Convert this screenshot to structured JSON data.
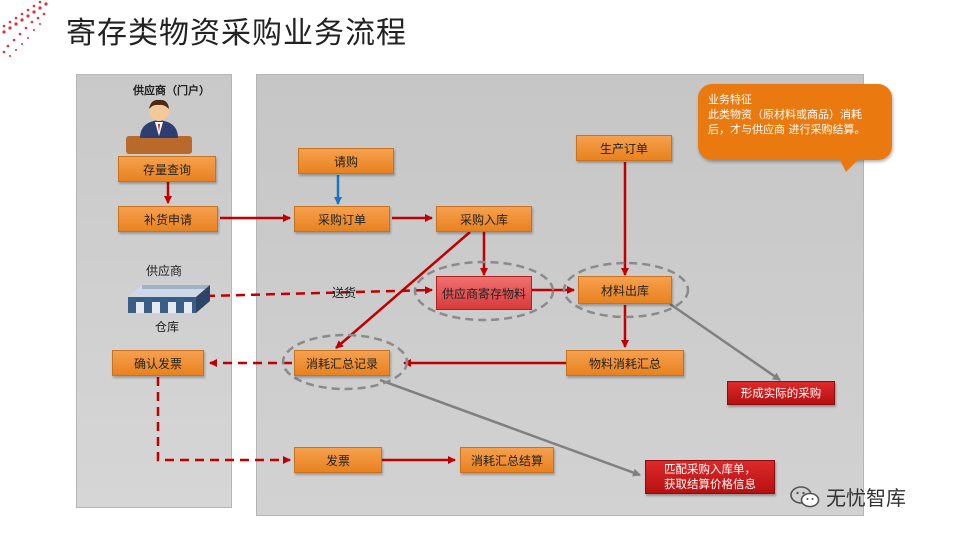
{
  "title": "寄存类物资采购业务流程",
  "left_panel": {
    "supplier_portal": "供应商（门户）",
    "stock_query": "存量查询",
    "replenish": "补货申请",
    "supplier_label": "供应商",
    "warehouse_label": "仓库",
    "confirm_invoice": "确认发票"
  },
  "main": {
    "purchase_request": "请购",
    "purchase_order": "采购订单",
    "purchase_inbound": "采购入库",
    "production_order": "生产订单",
    "consignment_material": "供应商寄存物料",
    "material_outbound": "材料出库",
    "delivery": "送货",
    "consumption_record": "消耗汇总记录",
    "material_consumption": "物料消耗汇总",
    "actual_purchase": "形成实际的采购",
    "invoice": "发票",
    "consumption_settlement": "消耗汇总结算",
    "match_line1": "匹配采购入库单，",
    "match_line2": "获取结算价格信息"
  },
  "callout": {
    "line1": "业务特征",
    "line2": "此类物资（原材料或商品）消耗",
    "line3": "后，才与供应商 进行采购结算。"
  },
  "watermark": "无忧智库",
  "colors": {
    "orange": "#e8821f",
    "red": "#c00000",
    "arrow_red": "#c00000",
    "arrow_blue": "#1a73c8",
    "arrow_gray": "#808080",
    "panel": "#cccccc"
  }
}
